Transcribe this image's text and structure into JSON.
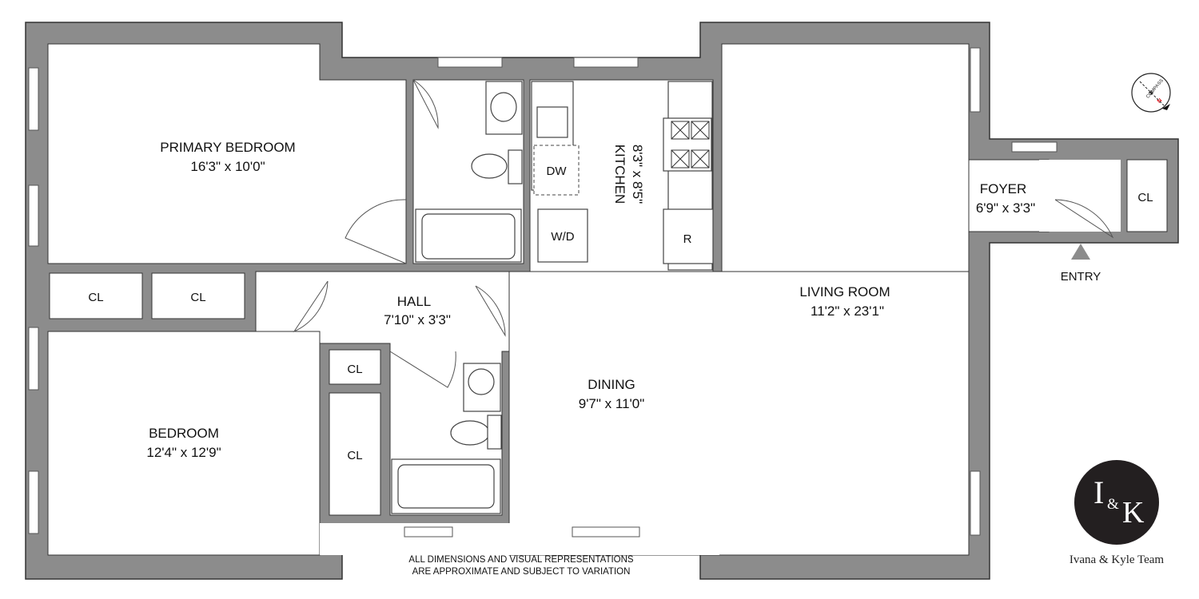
{
  "rooms": {
    "primary_bedroom": {
      "name": "PRIMARY BEDROOM",
      "dims": "16'3\" x 10'0\""
    },
    "bedroom": {
      "name": "BEDROOM",
      "dims": "12'4\" x 12'9\""
    },
    "hall": {
      "name": "HALL",
      "dims": "7'10\" x 3'3\""
    },
    "kitchen": {
      "name": "KITCHEN",
      "dims": "8'3\" x 8'5\""
    },
    "dining": {
      "name": "DINING",
      "dims": "9'7\" x 11'0\""
    },
    "living_room": {
      "name": "LIVING ROOM",
      "dims": "11'2\" x 23'1\""
    },
    "foyer": {
      "name": "FOYER",
      "dims": "6'9\" x 3'3\""
    }
  },
  "labels": {
    "closet": "CL",
    "dishwasher": "DW",
    "washer_dryer": "W/D",
    "refrigerator": "R",
    "entry": "ENTRY"
  },
  "compass": {
    "text": "COMPASS",
    "north": "N",
    "north_color": "#e0131a"
  },
  "disclaimer": {
    "line1": "ALL DIMENSIONS AND VISUAL REPRESENTATIONS",
    "line2": "ARE APPROXIMATE AND SUBJECT TO VARIATION"
  },
  "logo": {
    "monogram_i": "I",
    "monogram_amp": "&",
    "monogram_k": "K",
    "team_name": "Ivana & Kyle Team"
  },
  "colors": {
    "wall": "#8c8c8c",
    "logo_bg": "#231f20"
  }
}
